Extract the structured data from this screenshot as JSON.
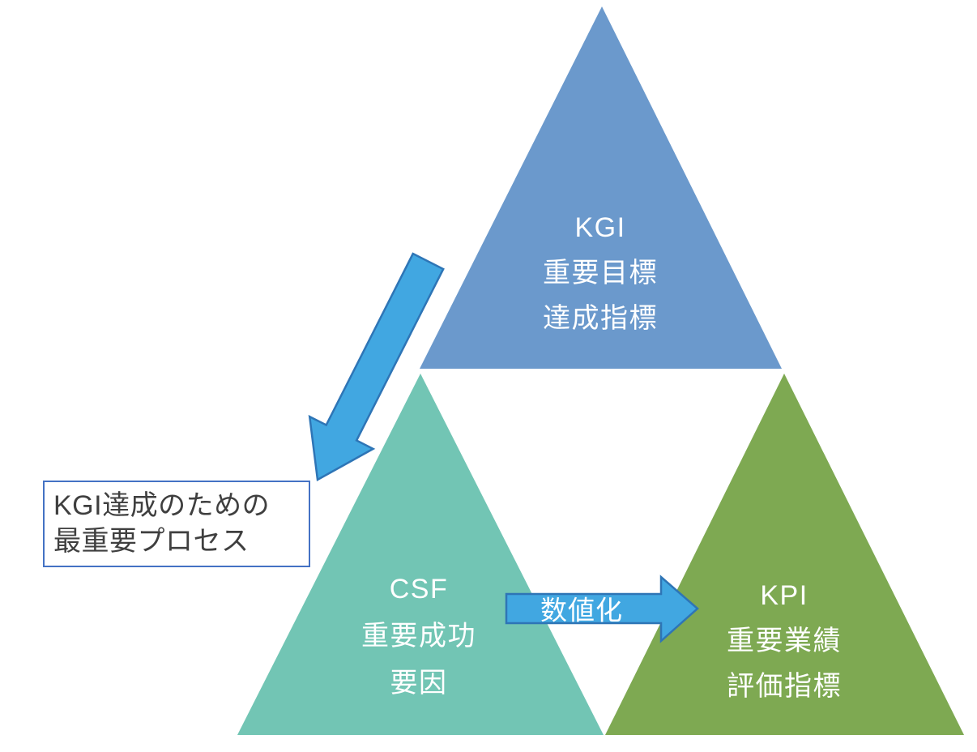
{
  "diagram_title": "KGI-CSF-KPI pyramid diagram",
  "colors": {
    "kgi_fill": "#6b99cc",
    "csf_fill": "#72c5b4",
    "kpi_fill": "#7ea952",
    "arrow_fill": "#41a7e1",
    "arrow_stroke": "#2e75b6",
    "callout_border": "#4472c4",
    "triangle_text": "#ffffff",
    "callout_text": "#3f3f3f"
  },
  "triangles": {
    "kgi": {
      "lines": [
        "KGI",
        "重要目標",
        "達成指標"
      ]
    },
    "csf": {
      "lines": [
        "CSF",
        "重要成功",
        "要因"
      ]
    },
    "kpi": {
      "lines": [
        "KPI",
        "重要業績",
        "評価指標"
      ]
    }
  },
  "arrows": {
    "quantify_label": "数値化"
  },
  "callout": {
    "lines": [
      "KGI達成のための",
      "最重要プロセス"
    ]
  }
}
